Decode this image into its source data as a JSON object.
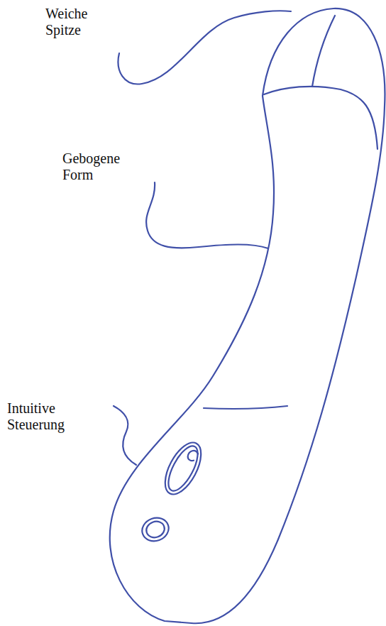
{
  "diagram": {
    "labels": [
      "Weiche Spitze",
      "Gebogene Form",
      "Intuitive Steuerung"
    ]
  }
}
